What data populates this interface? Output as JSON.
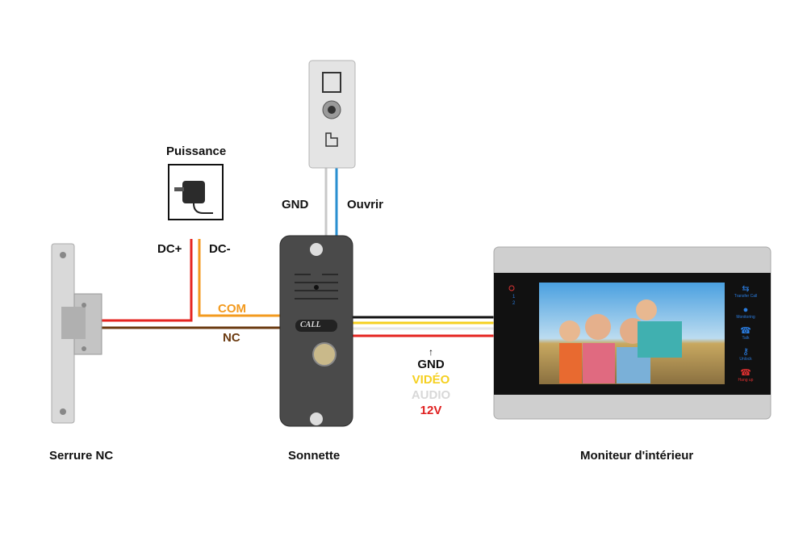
{
  "labels": {
    "power": "Puissance",
    "dc_plus": "DC+",
    "dc_minus": "DC-",
    "gnd_button": "GND",
    "open": "Ouvrir",
    "com": "COM",
    "nc": "NC",
    "lock": "Serrure NC",
    "doorbell": "Sonnette",
    "monitor": "Moniteur d'intérieur",
    "call": "CALL"
  },
  "bus_legend": [
    {
      "text": "GND",
      "color": "#111111"
    },
    {
      "text": "VIDÉO",
      "color": "#f5d020"
    },
    {
      "text": "AUDIO",
      "color": "#d8d8d8"
    },
    {
      "text": "12V",
      "color": "#e02020"
    }
  ],
  "monitor_buttons": [
    {
      "label": "Transfer Call",
      "icon": "transfer-icon",
      "color": "#2a7de1"
    },
    {
      "label": "Monitoring",
      "icon": "user-icon",
      "color": "#2a7de1"
    },
    {
      "label": "Talk",
      "icon": "phone-icon",
      "color": "#2a7de1"
    },
    {
      "label": "Unlock",
      "icon": "key-icon",
      "color": "#2a7de1"
    },
    {
      "label": "Hang up",
      "icon": "hangup-icon",
      "color": "#e03030"
    }
  ],
  "monitor_indicators": [
    "1",
    "2"
  ],
  "wire_colors": {
    "red": "#e52420",
    "brown": "#6b3a10",
    "orange": "#f39a1e",
    "black": "#111111",
    "yellow": "#f5d020",
    "white": "#e6e6e6",
    "blue": "#2a8fd0",
    "grey": "#bfbfbf"
  }
}
